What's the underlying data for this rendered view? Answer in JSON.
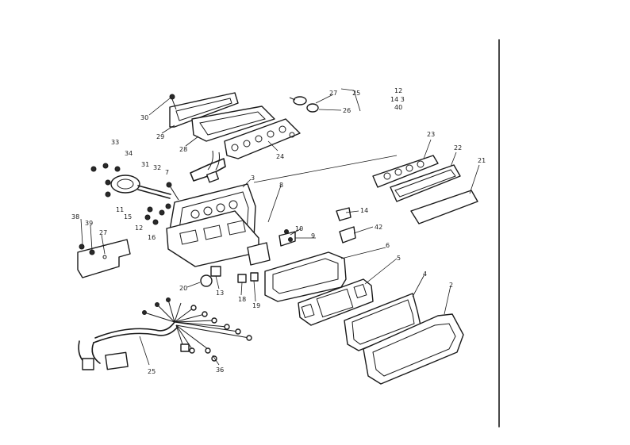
{
  "callouts": [
    {
      "id": "c30",
      "text": "30"
    },
    {
      "id": "c29",
      "text": "29"
    },
    {
      "id": "c28",
      "text": "28"
    },
    {
      "id": "c27a",
      "text": "27"
    },
    {
      "id": "c26",
      "text": "26"
    },
    {
      "id": "c25a",
      "text": "25"
    },
    {
      "id": "c24",
      "text": "24"
    },
    {
      "id": "c23",
      "text": "23"
    },
    {
      "id": "c22",
      "text": "22"
    },
    {
      "id": "c21",
      "text": "21"
    },
    {
      "id": "c33",
      "text": "33"
    },
    {
      "id": "c34",
      "text": "34"
    },
    {
      "id": "c31",
      "text": "31"
    },
    {
      "id": "c32",
      "text": "32"
    },
    {
      "id": "c7",
      "text": "7"
    },
    {
      "id": "c3",
      "text": "3"
    },
    {
      "id": "c8",
      "text": "8"
    },
    {
      "id": "c11",
      "text": "11"
    },
    {
      "id": "c15",
      "text": "15"
    },
    {
      "id": "c12",
      "text": "12"
    },
    {
      "id": "c16",
      "text": "16"
    },
    {
      "id": "c14",
      "text": "14"
    },
    {
      "id": "c42",
      "text": "42"
    },
    {
      "id": "c10",
      "text": "10"
    },
    {
      "id": "c9",
      "text": "9"
    },
    {
      "id": "c6",
      "text": "6"
    },
    {
      "id": "c5",
      "text": "5"
    },
    {
      "id": "c4",
      "text": "4"
    },
    {
      "id": "c2",
      "text": "2"
    },
    {
      "id": "c38",
      "text": "38"
    },
    {
      "id": "c39",
      "text": "39"
    },
    {
      "id": "c27b",
      "text": "27"
    },
    {
      "id": "c20",
      "text": "20"
    },
    {
      "id": "c13",
      "text": "13"
    },
    {
      "id": "c18",
      "text": "18"
    },
    {
      "id": "c19",
      "text": "19"
    },
    {
      "id": "c25b",
      "text": "25"
    },
    {
      "id": "c36",
      "text": "36"
    }
  ],
  "top_codes": {
    "line1": "12",
    "line2": "14 3",
    "line3": "40"
  },
  "colors": {
    "ink": "#1a1a1a",
    "paper": "#ffffff"
  }
}
